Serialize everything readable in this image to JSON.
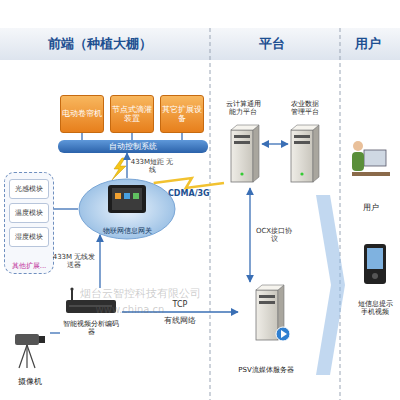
{
  "diagram": {
    "nodes": [
      {
        "text": [
          "电动卷帘机"
        ]
      },
      {
        "text": [
          "节点式滴灌装置"
        ]
      },
      {
        "text": [
          "其它扩展设备"
        ]
      },
      {
        "text": [
          "自动控制系统"
        ]
      },
      {
        "text": [
          "其他扩展..."
        ]
      },
      {
        "text": [
          "光感模块"
        ],
        "in": 4
      },
      {
        "text": [
          "温度模块"
        ],
        "in": 4
      },
      {
        "text": [
          "湿度模块"
        ],
        "in": 4
      },
      {
        "text": [
          "物联网信息网关"
        ]
      },
      {
        "text": [
          "智能视频分析编码器"
        ]
      },
      {
        "text": [
          "摄像机"
        ]
      },
      {
        "text": [
          "云计算通用能力平台"
        ]
      },
      {
        "text": [
          "农业数据管理平台"
        ]
      },
      {
        "text": [
          "PSV流媒体服务器"
        ]
      },
      {
        "text": [
          "用户"
        ]
      },
      {
        "text": [
          "短信息提示 手机视频"
        ]
      }
    ],
    "edges": [
      {
        "from": 3,
        "to": 0,
        "arrow": "none"
      },
      {
        "from": 3,
        "to": 1,
        "arrow": "none"
      },
      {
        "from": 3,
        "to": 2,
        "arrow": "none"
      },
      {
        "from": 8,
        "to": 3,
        "arrow": "to"
      },
      {
        "from": 4,
        "to": 8,
        "arrow": "none"
      },
      {
        "from": 8,
        "to": 11,
        "label": "CDMA/3G",
        "arrow": "none"
      },
      {
        "from": 10,
        "to": 9,
        "arrow": "none"
      },
      {
        "from": 9,
        "to": 8,
        "label": "433M 无线发送器",
        "arrow": "to"
      },
      {
        "from": 9,
        "to": 13,
        "label": "TCP",
        "arrow": "to"
      },
      {
        "from": 11,
        "to": 12,
        "arrow": "both"
      },
      {
        "from": 13,
        "to": 11,
        "label": "OCX接口协议",
        "arrow": "both"
      }
    ],
    "labels": [
      "前端（种植大棚）",
      "平台",
      "用户",
      "433M短距 无线",
      "有线网络",
      "烟台云智控科技有限公司",
      "www.china.cn"
    ]
  }
}
